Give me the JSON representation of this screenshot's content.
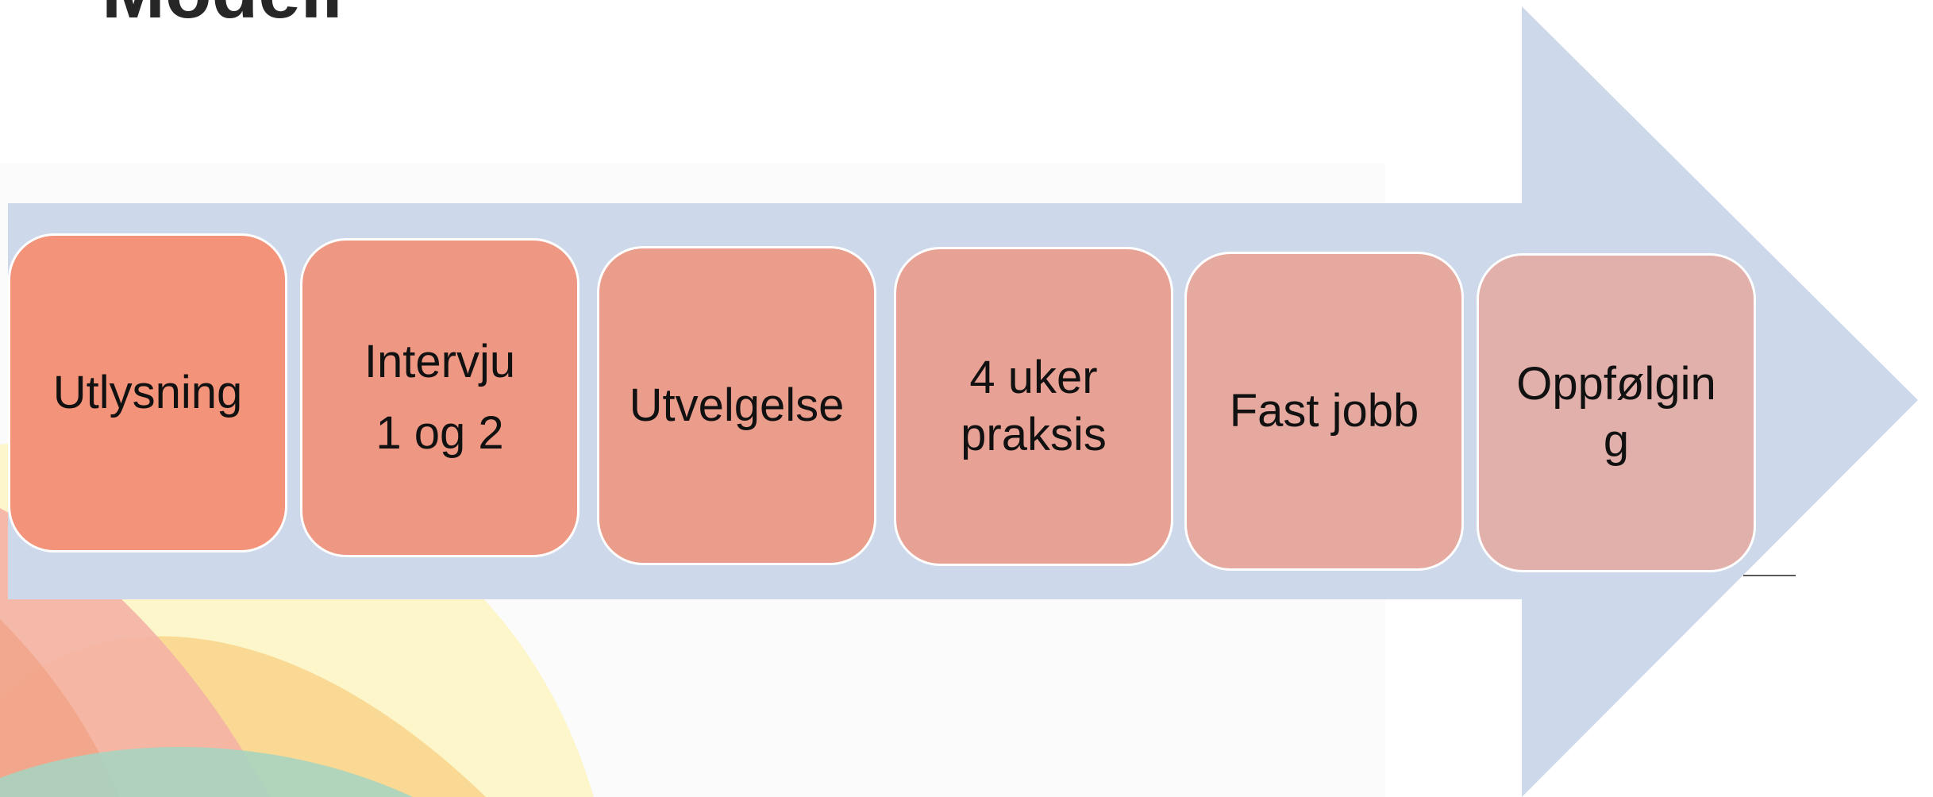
{
  "title": "Modell",
  "steps": [
    {
      "label": "Utlysning"
    },
    {
      "label": "Intervju\n1 og 2"
    },
    {
      "label": "Utvelgelse"
    },
    {
      "label": "4 uker\npraksis"
    },
    {
      "label": "Fast jobb"
    },
    {
      "label": "Oppfølgin\ng"
    }
  ],
  "colors": {
    "arrow": "#cdd8ea",
    "step_fills": [
      "#f2937a",
      "#ee9884",
      "#eb9d8c",
      "#e8a295",
      "#e5a99f",
      "#e1b0aa"
    ],
    "step_border": "#ffffff",
    "title_text": "#262626",
    "step_text": "#111111"
  }
}
